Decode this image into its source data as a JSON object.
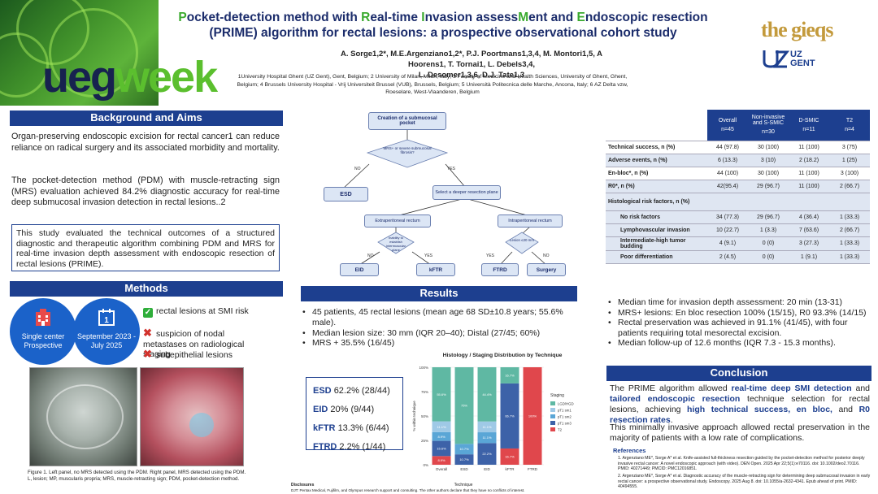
{
  "header": {
    "title_segments": [
      {
        "t": "P",
        "hl": true
      },
      {
        "t": "ocket-detection method with ",
        "hl": false
      },
      {
        "t": "R",
        "hl": true
      },
      {
        "t": "eal-time ",
        "hl": false
      },
      {
        "t": "I",
        "hl": true
      },
      {
        "t": "nvasion assess",
        "hl": false
      },
      {
        "t": "M",
        "hl": true
      },
      {
        "t": "ent and ",
        "hl": false
      },
      {
        "t": "E",
        "hl": true
      },
      {
        "t": "ndoscopic resection (PRIME) algorithm for rectal lesions: a prospective observational cohort study",
        "hl": false
      }
    ],
    "authors_line1": "A. Sorge1,2*, M.E.Argenziano1,2*, P.J. Poortmans1,3,4, M. Montori1,5, A Hoorens1, T. Tornai1, L. Debels3,4,",
    "authors_line2": "L. Desomer1,3,6, D.J. Tate1,3",
    "affiliations": "1University Hospital Ghent (UZ Gent), Gent, Belgium; 2 University of Milan, Milan, Italy; 3 Faculty of Medicine and Health Sciences, University of Ghent, Ghent, Belgium; 4 Brussels University Hospital - Vrij Universiteit Brussel (VUB), Brussels, Belgium; 5 Università Politecnica delle Marche, Ancona, Italy; 6 AZ Delta vzw, Roeselare, West-Vlaanderen, Belgium",
    "logo_left": {
      "ueg": "ueg",
      "week": "week"
    },
    "logo_gieqs": "the gieqs",
    "logo_uz": "UZ\nGENT"
  },
  "background": {
    "heading": "Background and Aims",
    "para1": "Organ-preserving endoscopic excision for rectal cancer1 can reduce reliance on radical surgery and its associated morbidity and mortality.",
    "para2": "The pocket-detection method (PDM) with muscle-retracting sign (MRS) evaluation achieved 84.2% diagnostic accuracy for real-time deep submucosal invasion detection in rectal lesions..2",
    "aim": "This study evaluated the technical outcomes of a structured diagnostic and therapeutic algorithm combining PDM and MRS for real-time invasion depth assessment with endoscopic resection of rectal lesions (PRIME)."
  },
  "methods": {
    "heading": "Methods",
    "circle1": "Single center\nProspective",
    "circle2": "September 2023 -\nJuly 2025",
    "include": "rectal lesions at SMI risk",
    "exclude1": "suspicion of nodal metastases on radiological staging",
    "exclude2": "subepithelial lesions",
    "caption": "Figure 1. Left panel, no MRS detected using the PDM. Right panel, MRS detected using the PDM. L, lesion; MP, muscularis propria; MRS, muscle-retracting sign; PDM, pocket-detection method."
  },
  "flowchart": {
    "start": "Creation of a submucosal pocket",
    "decision": "MRS+ or severe submucosal fibrosis?",
    "no": "NO",
    "yes": "YES",
    "esd": "ESD",
    "deeper": "Select a deeper resection plane",
    "extra": "Extraperitoneal rectum",
    "intra": "Intraperitoneal rectum",
    "inability": "Inability to establish intermuscular plane",
    "lesion": "Lesion ≤20 mm",
    "eid": "EID",
    "kftr": "kFTR",
    "ftrd": "FTRD",
    "surgery": "Surgery"
  },
  "results": {
    "heading": "Results",
    "bullets": [
      "45 patients, 45 rectal lesions (mean age 68 SD±10.8 years; 55.6% male).",
      "Median lesion size: 30 mm (IQR 20–40); Distal (27/45; 60%)",
      "MRS + 35.5% (16/45)"
    ],
    "techniques": [
      {
        "name": "ESD",
        "value": "62.2% (28/44)"
      },
      {
        "name": "EID",
        "value": "20% (9/44)"
      },
      {
        "name": "kFTR",
        "value": "13.3% (6/44)"
      },
      {
        "name": "FTRD",
        "value": "2.2% (1/44)"
      }
    ]
  },
  "chart_data": {
    "type": "bar",
    "stacked": true,
    "title": "Histology / Staging Distribution by Technique",
    "xlabel": "Technique",
    "ylabel": "% within technique",
    "ylim": [
      0,
      100
    ],
    "ytick_labels": [
      "0%",
      "25%",
      "50%",
      "75%",
      "100%"
    ],
    "legend_title": "Staging",
    "categories": [
      "Overall",
      "ESD",
      "EID",
      "kFTR",
      "FTRD"
    ],
    "series": [
      {
        "name": "T2",
        "color": "#e0474c",
        "values": [
          8.9,
          0,
          0,
          16.7,
          100
        ],
        "labels": [
          "8.9%",
          "",
          "",
          "16.7%",
          "100%"
        ]
      },
      {
        "name": "pT1 sm3",
        "color": "#3d62a8",
        "values": [
          15.6,
          10.7,
          22.2,
          66.7,
          0
        ],
        "labels": [
          "15.6%",
          "10.7%",
          "22.2%",
          "66.7%",
          ""
        ]
      },
      {
        "name": "pT1 sm2",
        "color": "#5aa6d6",
        "values": [
          8.9,
          10.7,
          11.1,
          0,
          0
        ],
        "labels": [
          "8.9%",
          "10.7%",
          "11.1%",
          "",
          ""
        ]
      },
      {
        "name": "pT1 sm1",
        "color": "#9fc9e6",
        "values": [
          11.1,
          0,
          11.1,
          0,
          0
        ],
        "labels": [
          "11.1%",
          "",
          "11.1%",
          "",
          ""
        ]
      },
      {
        "name": "LGD/HGD",
        "color": "#5fb8a3",
        "values": [
          55.5,
          78.6,
          55.6,
          16.6,
          0
        ],
        "labels": [
          "55.6%",
          "75%",
          "44.4%",
          "16.7%",
          ""
        ]
      }
    ]
  },
  "table": {
    "headers": [
      "",
      "Overall",
      "Non-invasive and S-SMIC",
      "D-SMIC",
      "T2"
    ],
    "counts": [
      "",
      "n=45",
      "n=30",
      "n=11",
      "n=4"
    ],
    "rows": [
      {
        "label": "Technical success, n (%)",
        "bold": true,
        "values": [
          "44 (97.8)",
          "30 (100)",
          "11 (100)",
          "3 (75)"
        ]
      },
      {
        "label": "Adverse events, n (%)",
        "bold": true,
        "values": [
          "6 (13.3)",
          "3 (10)",
          "2 (18.2)",
          "1 (25)"
        ]
      },
      {
        "label": "En-bloc*, n (%)",
        "bold": true,
        "values": [
          "44 (100)",
          "30 (100)",
          "11 (100)",
          "3 (100)"
        ]
      },
      {
        "label": "R0*, n (%)",
        "bold": true,
        "values": [
          "42(95.4)",
          "29 (96.7)",
          "11 (100)",
          "2 (66.7)"
        ]
      }
    ],
    "histology_label": "Histological risk factors, n (%)",
    "histology_rows": [
      {
        "label": "No risk factors",
        "values": [
          "34 (77.3)",
          "29 (96.7)",
          "4 (36.4)",
          "1 (33.3)"
        ]
      },
      {
        "label": "Lymphovascular invasion",
        "values": [
          "10 (22.7)",
          "1 (3.3)",
          "7 (63.6)",
          "2 (66.7)"
        ]
      },
      {
        "label": "Intermediate-high tumor budding",
        "values": [
          "4 (9.1)",
          "0 (0)",
          "3 (27.3)",
          "1 (33.3)"
        ]
      },
      {
        "label": "Poor differentiation",
        "values": [
          "2 (4.5)",
          "0 (0)",
          "1 (9.1)",
          "1 (33.3)"
        ]
      }
    ]
  },
  "right_results": {
    "bullets": [
      "Median time for invasion depth assessment: 20 min (13-31)",
      "MRS+ lesions: En bloc resection 100% (15/15), R0 93.3% (14/15)",
      "Rectal preservation was achieved in 91.1% (41/45), with four patients requiring total mesorectal excision.",
      "Median follow-up of 12.6 months (IQR 7.3 - 15.3 months)."
    ]
  },
  "conclusion": {
    "heading": "Conclusion",
    "p1_a": "The PRIME algorithm allowed ",
    "p1_b": "real-time deep SMI detection",
    "p1_c": " and ",
    "p1_d": "tailored endoscopic resection",
    "p1_e": " technique selection for rectal lesions, achieving ",
    "p1_f": "high technical success, en bloc,",
    "p1_g": " and ",
    "p1_h": "R0 resection rates",
    "p1_i": ".",
    "p2": "This minimally invasive approach allowed rectal preservation in the majority of patients with a low rate of complications."
  },
  "references": {
    "heading": "References",
    "r1": "1. Argenziano ME*, Sorge A* et al. Knife-assisted full-thickness resection guided by the pocket-detection method for posterior deeply invasive rectal cancer: A novel endoscopic approach (with video). DEN Open. 2025 Apr 22;5(1):e70116. doi: 10.1002/deo2.70116. PMID: 40271449; PMCID: PMC12016851.",
    "r2": "2. Argenziano ME*, Sorge A* et al. Diagnostic accuracy of the muscle-retracting sign for determining deep submucosal invasion in early rectal cancer: a prospective observational study. Endoscopy. 2025 Aug 8. doi: 10.1055/a-2632-4341. Epub ahead of print. PMID: 40494555."
  },
  "disclosures": {
    "heading": "Disclosures",
    "text": "DJT: Pentax Medical, Fujifilm, and Olympus research support and consulting. The other authors declare that they have no conflicts of interest."
  },
  "colors": {
    "primary": "#1d3f8f",
    "accent": "#3aaa2e",
    "circle": "#1b62c9"
  }
}
